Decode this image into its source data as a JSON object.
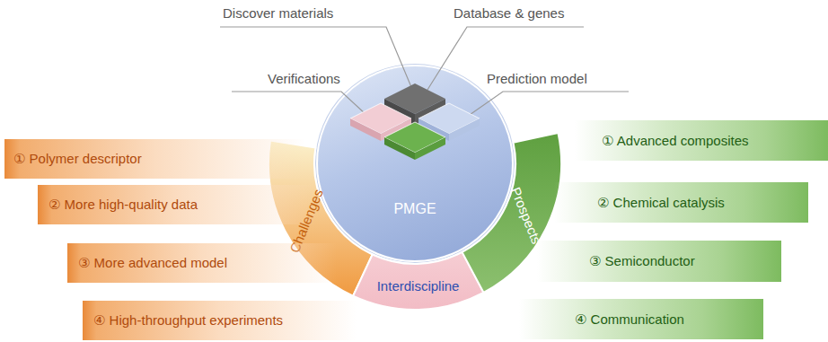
{
  "diagram": {
    "nodes": [
      {
        "text": [
          "PMGE"
        ]
      },
      {
        "text": [
          "Challenges"
        ]
      },
      {
        "text": [
          "Interdiscipline"
        ]
      },
      {
        "text": [
          "Prospects"
        ]
      },
      {
        "text": [
          "① Polymer descriptor"
        ]
      },
      {
        "text": [
          "② More high-quality data"
        ]
      },
      {
        "text": [
          "③ More advanced model"
        ]
      },
      {
        "text": [
          "④ High-throughput experiments"
        ]
      },
      {
        "text": [
          "① Advanced composites"
        ]
      },
      {
        "text": [
          "② Chemical catalysis"
        ]
      },
      {
        "text": [
          "③ Semiconductor"
        ]
      },
      {
        "text": [
          "④ Communication"
        ]
      }
    ],
    "labels": [
      "Discover materials",
      "Database & genes",
      "Verifications",
      "Prediction model"
    ]
  }
}
